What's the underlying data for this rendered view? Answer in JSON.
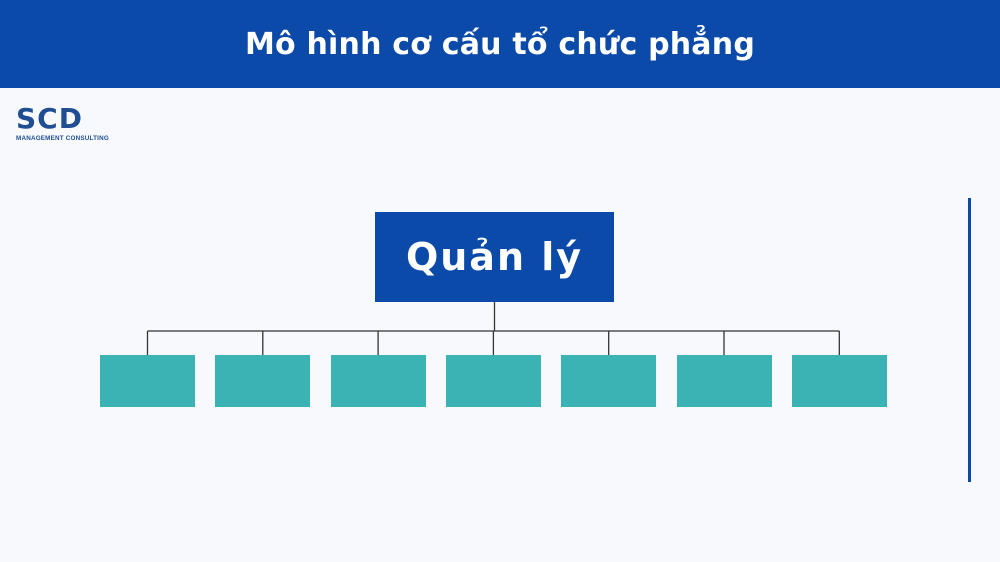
{
  "header": {
    "title": "Mô hình cơ cấu tổ chức phẳng"
  },
  "logo": {
    "mark": "SCD",
    "subtitle": "MANAGEMENT CONSULTING"
  },
  "org_chart": {
    "root": {
      "label": "Quản lý"
    },
    "children": [
      "",
      "",
      "",
      "",
      "",
      "",
      ""
    ]
  },
  "colors": {
    "header_bg": "#0b4aa8",
    "root_box": "#0b4aa8",
    "child_box": "#3bb3b5",
    "connector": "#333333",
    "background": "#f7f9fc"
  }
}
